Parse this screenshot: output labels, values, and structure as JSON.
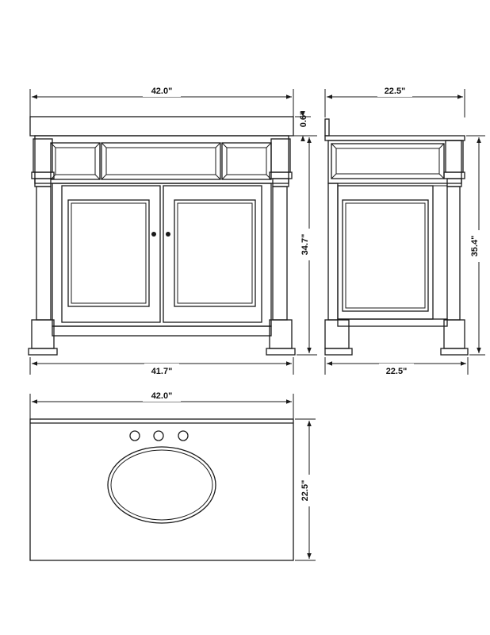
{
  "front_view": {
    "top_width": "42.0\"",
    "top_thickness": "0.6\"",
    "cabinet_height": "34.7\"",
    "base_width": "41.7\""
  },
  "side_view": {
    "top_depth": "22.5\"",
    "total_height": "35.4\"",
    "base_depth": "22.5\""
  },
  "top_view": {
    "width": "42.0\"",
    "depth": "22.5\""
  },
  "colors": {
    "line": "#1a1a1a",
    "background": "#ffffff"
  }
}
